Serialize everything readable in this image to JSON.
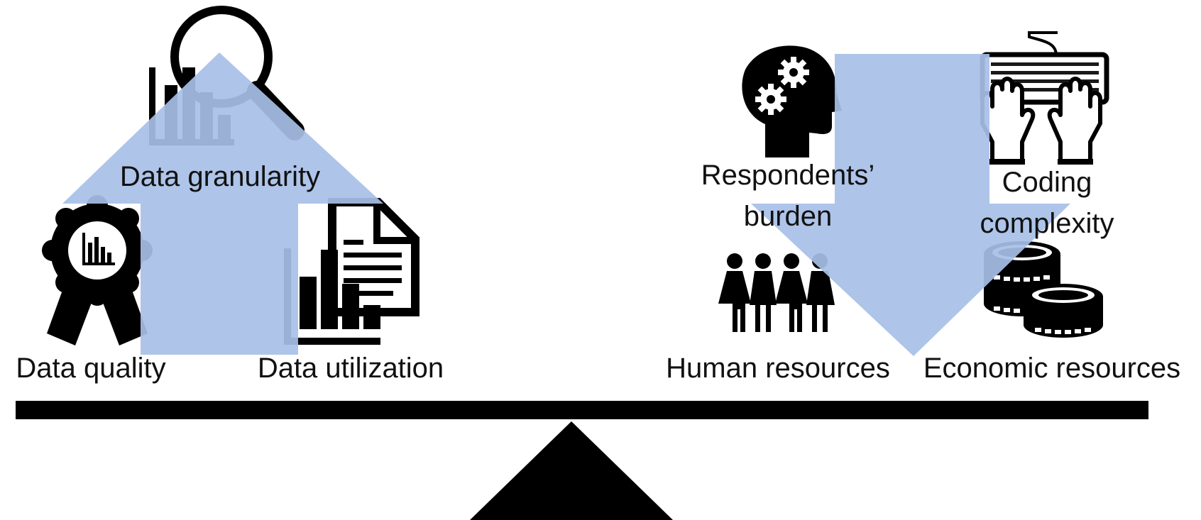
{
  "left_side": {
    "arrow_direction": "up",
    "items": [
      {
        "label": "Data granularity",
        "icon": "magnifier-bar-chart-icon"
      },
      {
        "label": "Data quality",
        "icon": "award-ribbon-icon"
      },
      {
        "label": "Data utilization",
        "icon": "report-document-icon"
      }
    ]
  },
  "right_side": {
    "arrow_direction": "down",
    "items": [
      {
        "label_line1": "Respondents’",
        "label_line2": "burden",
        "icon": "head-gears-icon"
      },
      {
        "label_line1": "Coding",
        "label_line2": "complexity",
        "icon": "keyboard-hands-icon"
      },
      {
        "label": "Human resources",
        "icon": "people-group-icon"
      },
      {
        "label": "Economic resources",
        "icon": "coins-stack-icon"
      }
    ]
  },
  "colors": {
    "arrow_fill": "#a7bfe8",
    "icon": "#000000",
    "beam": "#000000"
  }
}
